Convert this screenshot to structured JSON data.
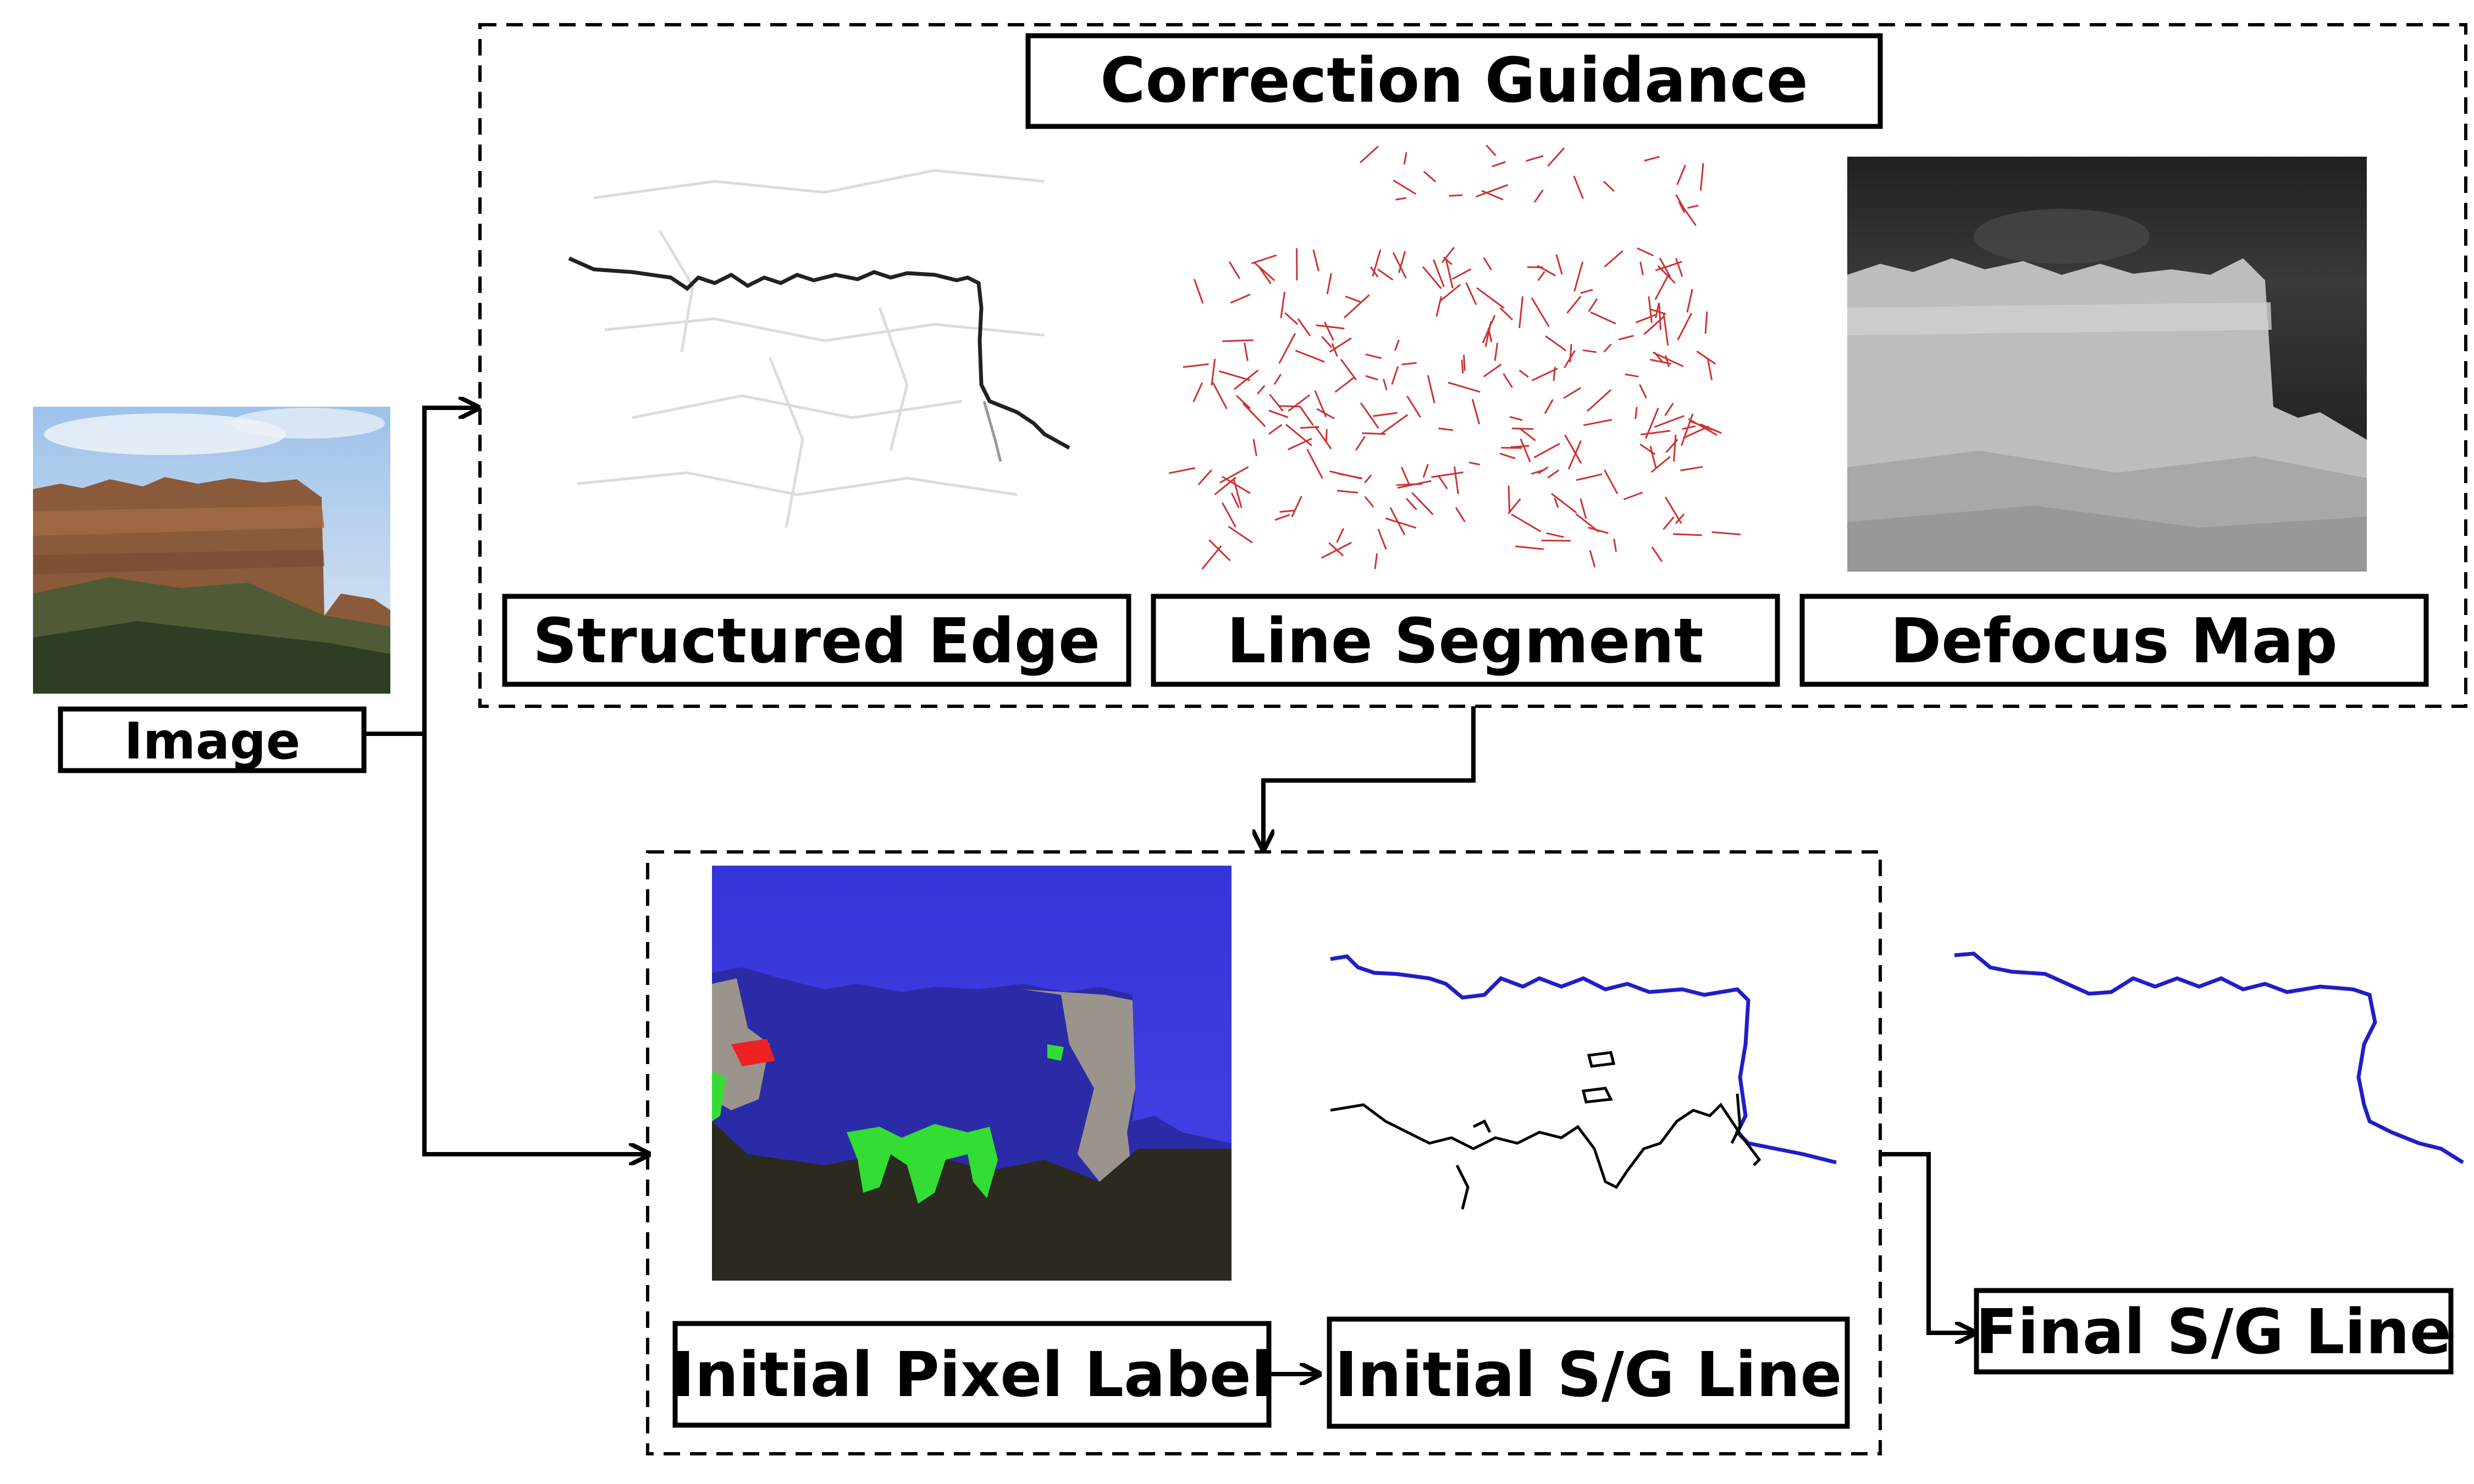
{
  "labels": {
    "image": "Image",
    "correction_guidance": "Correction Guidance",
    "structured_edge": "Structured Edge",
    "line_segment": "Line Segment",
    "defocus_map": "Defocus Map",
    "initial_pixel_label": "Initial Pixel Label",
    "initial_sg_line": "Initial S/G Line",
    "final_sg_line": "Final S/G Line"
  },
  "colors": {
    "sky_blue": "#3b3bdc",
    "sky_line": "#1f1fc8",
    "ground_dark": "#2a2a20",
    "label_green": "#33dd33",
    "label_red": "#ee2222",
    "label_gray": "#9a948c",
    "segment_red": "#cc3333"
  }
}
